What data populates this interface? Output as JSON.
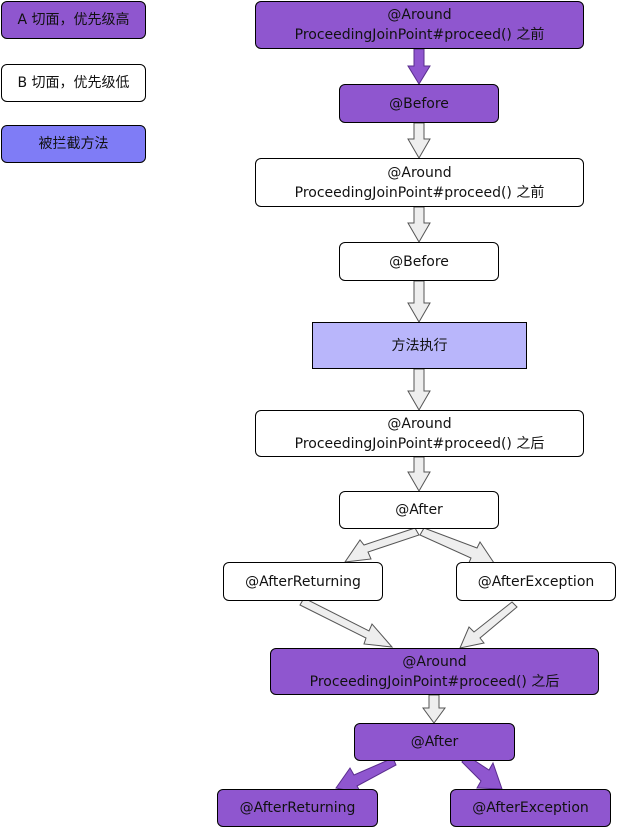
{
  "legend": {
    "a": "A 切面，优先级高",
    "b": "B 切面，优先级低",
    "method": "被拦截方法"
  },
  "nodes": {
    "a_around_before": [
      "@Around",
      "ProceedingJoinPoint#proceed() 之前"
    ],
    "a_before": "@Before",
    "b_around_before": [
      "@Around",
      "ProceedingJoinPoint#proceed() 之前"
    ],
    "b_before": "@Before",
    "method_exec": "方法执行",
    "b_around_after": [
      "@Around",
      "ProceedingJoinPoint#proceed() 之后"
    ],
    "b_after": "@After",
    "b_after_returning": "@AfterReturning",
    "b_after_exception": "@AfterException",
    "a_around_after": [
      "@Around",
      "ProceedingJoinPoint#proceed() 之后"
    ],
    "a_after": "@After",
    "a_after_returning": "@AfterReturning",
    "a_after_exception": "@AfterException"
  },
  "colors": {
    "a_aspect": "#8f56cf",
    "b_aspect": "#ffffff",
    "method": "#b9b6fb",
    "legend_method": "#7f7cf6",
    "arrow_a": "#8f56cf",
    "arrow_b": "#eeeeee"
  }
}
